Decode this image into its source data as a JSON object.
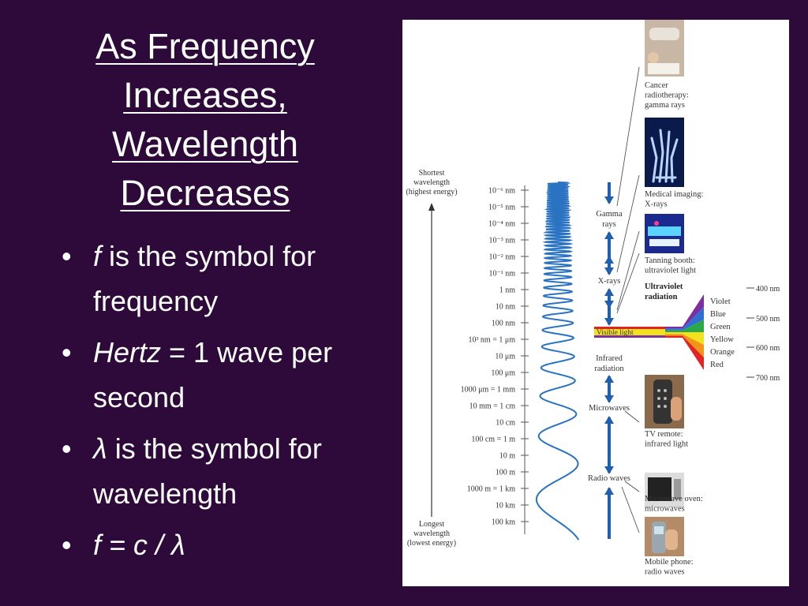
{
  "title": {
    "lines": [
      "As Frequency",
      "Increases,",
      "Wavelength",
      "Decreases"
    ]
  },
  "bullets": [
    {
      "italic": "f",
      "text": "  is the symbol for frequency"
    },
    {
      "italic": "Hertz",
      "text": " = 1 wave per second"
    },
    {
      "italic": "λ",
      "text": " is the symbol for wavelength"
    },
    {
      "italic": "f  = c / λ",
      "text": ""
    }
  ],
  "diagram": {
    "top_label": [
      "Shortest",
      "wavelength",
      "(highest energy)"
    ],
    "bottom_label": [
      "Longest",
      "wavelength",
      "(lowest energy)"
    ],
    "scale": [
      "10⁻⁶ nm",
      "10⁻⁵ nm",
      "10⁻⁴ nm",
      "10⁻³ nm",
      "10⁻² nm",
      "10⁻¹ nm",
      "1 nm",
      "10 nm",
      "100 nm",
      "10³ nm = 1 μm",
      "10 μm",
      "100 μm",
      "1000 μm = 1 mm",
      "10 mm = 1 cm",
      "10 cm",
      "100 cm = 1 m",
      "10 m",
      "100 m",
      "1000 m = 1 km",
      "10 km",
      "100 km"
    ],
    "bands": {
      "gamma": [
        "Gamma",
        "rays"
      ],
      "xrays": "X-rays",
      "uv": [
        "Ultraviolet",
        "radiation"
      ],
      "visible": "Visible light",
      "infrared": [
        "Infrared",
        "radiation"
      ],
      "microwaves": "Microwaves",
      "radio": "Radio waves"
    },
    "colors": [
      {
        "name": "Violet",
        "hex": "#7b2fa0"
      },
      {
        "name": "Blue",
        "hex": "#2e6fd0"
      },
      {
        "name": "Green",
        "hex": "#2aa84a"
      },
      {
        "name": "Yellow",
        "hex": "#f2e21e"
      },
      {
        "name": "Orange",
        "hex": "#f29418"
      },
      {
        "name": "Red",
        "hex": "#e02424"
      }
    ],
    "nm_marks": [
      "400 nm",
      "500 nm",
      "600 nm",
      "700 nm"
    ],
    "examples": [
      {
        "lines": [
          "Cancer",
          "radiotherapy:",
          "gamma rays"
        ]
      },
      {
        "lines": [
          "Medical imaging:",
          "X-rays"
        ]
      },
      {
        "lines": [
          "Tanning booth:",
          "ultraviolet light"
        ]
      },
      {
        "lines": [
          "TV remote:",
          "infrared light"
        ]
      },
      {
        "lines": [
          "Microwave oven:",
          "microwaves"
        ]
      },
      {
        "lines": [
          "Mobile phone:",
          "radio waves"
        ]
      }
    ]
  }
}
